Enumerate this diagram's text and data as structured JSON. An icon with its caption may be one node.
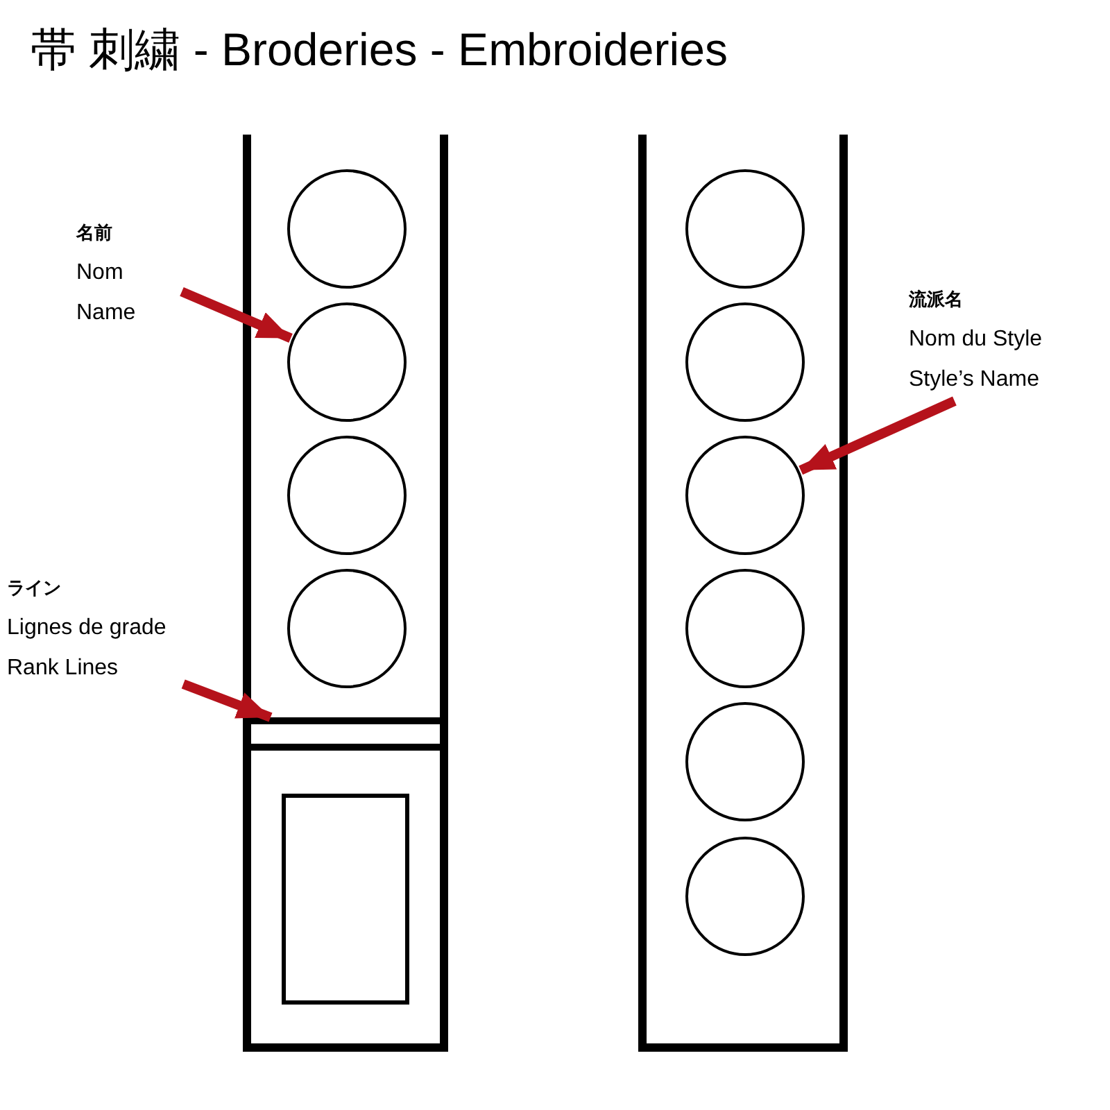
{
  "diagram": {
    "title": "帯 刺繍 - Broderies - Embroideries",
    "nodes": [
      {
        "text": [],
        "shape": "box"
      },
      {
        "text": [],
        "shape": "circle",
        "in": 0
      },
      {
        "text": [],
        "shape": "circle",
        "in": 0
      },
      {
        "text": [],
        "shape": "circle",
        "in": 0
      },
      {
        "text": [],
        "shape": "circle",
        "in": 0
      },
      {
        "text": [],
        "shape": "bar",
        "in": 0
      },
      {
        "text": [],
        "shape": "box",
        "in": 0
      },
      {
        "text": [],
        "shape": "box"
      },
      {
        "text": [],
        "shape": "circle",
        "in": 7
      },
      {
        "text": [],
        "shape": "circle",
        "in": 7
      },
      {
        "text": [],
        "shape": "circle",
        "in": 7
      },
      {
        "text": [],
        "shape": "circle",
        "in": 7
      },
      {
        "text": [],
        "shape": "circle",
        "in": 7
      },
      {
        "text": [],
        "shape": "circle",
        "in": 7
      },
      {
        "text": [
          "名前",
          "Nom",
          "Name"
        ]
      },
      {
        "text": [
          "ライン",
          "Lignes de grade",
          "Rank Lines"
        ]
      },
      {
        "text": [
          "流派名",
          "Nom du Style",
          "Style’s Name"
        ]
      }
    ],
    "edges": [
      {
        "from": 14,
        "to": 2,
        "arrow": "to"
      },
      {
        "from": 15,
        "to": 5,
        "arrow": "to"
      },
      {
        "from": 16,
        "to": 10,
        "arrow": "to"
      }
    ]
  }
}
